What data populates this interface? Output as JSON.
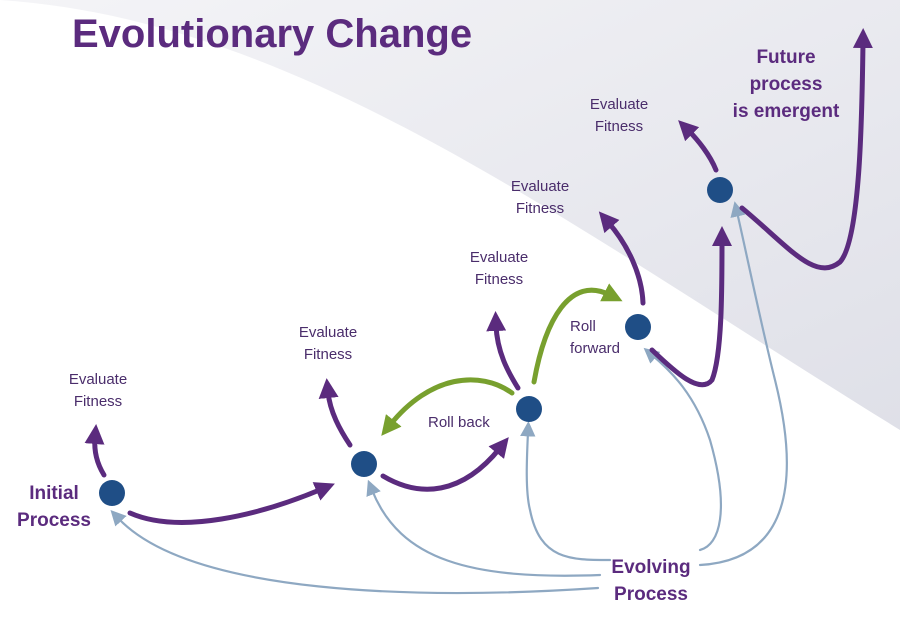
{
  "title": "Evolutionary Change",
  "colors": {
    "purple": "#5b2b7e",
    "green": "#78a02e",
    "node": "#1f4e86",
    "feedback": "#8ea8c2",
    "background_band": "#e6e7ee"
  },
  "labels": {
    "initial_line1": "Initial",
    "initial_line2": "Process",
    "evolving_line1": "Evolving",
    "evolving_line2": "Process",
    "future_line1": "Future",
    "future_line2": "process",
    "future_line3": "is emergent",
    "roll_back": "Roll back",
    "roll_forward_line1": "Roll",
    "roll_forward_line2": "forward"
  },
  "evaluate_fitness": [
    {
      "line1": "Evaluate",
      "line2": "Fitness"
    },
    {
      "line1": "Evaluate",
      "line2": "Fitness"
    },
    {
      "line1": "Evaluate",
      "line2": "Fitness"
    },
    {
      "line1": "Evaluate",
      "line2": "Fitness"
    },
    {
      "line1": "Evaluate",
      "line2": "Fitness"
    }
  ]
}
